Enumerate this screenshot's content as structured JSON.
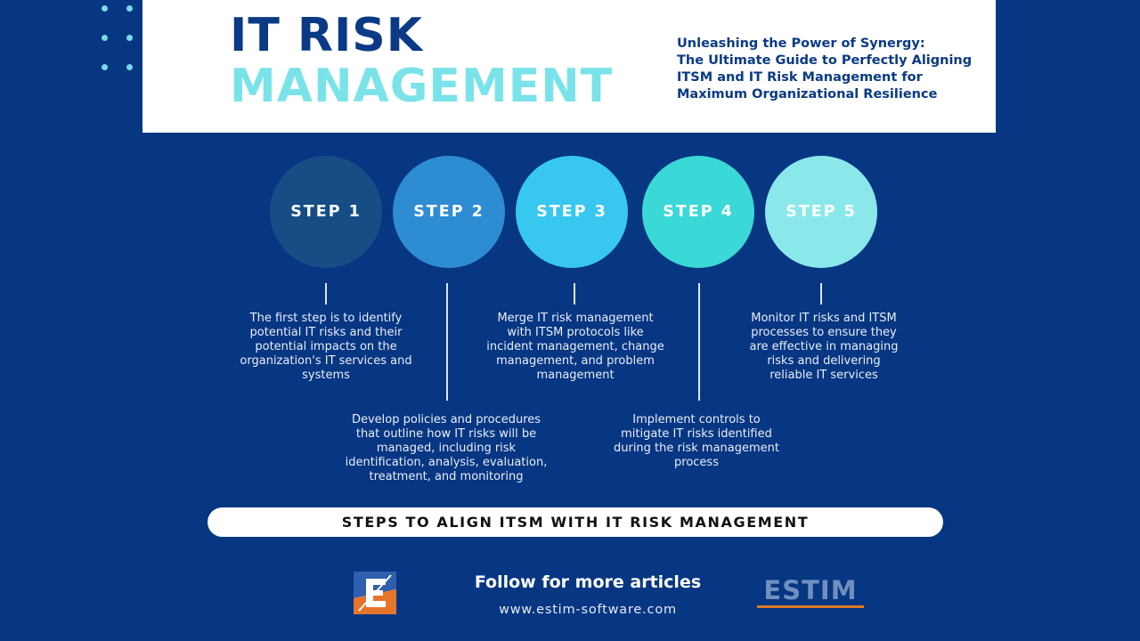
{
  "header": {
    "title_line1": "IT RISK",
    "title_line2": "MANAGEMENT",
    "subtitle_lines": [
      "Unleashing the Power of Synergy:",
      "The Ultimate Guide to Perfectly Aligning",
      "ITSM and IT Risk Management for",
      "Maximum Organizational Resilience"
    ]
  },
  "colors": {
    "background": "#073682",
    "step1": "#174d85",
    "step2": "#2e8cd3",
    "step3": "#38c7ee",
    "step4": "#3ad8d6",
    "step5": "#8be8ea",
    "title_accent": "#7ae3ea"
  },
  "steps": [
    {
      "label": "STEP 1",
      "lines": [
        "The first step is to identify",
        "potential IT risks and their",
        "potential impacts on the",
        "organization's IT services and",
        "systems"
      ]
    },
    {
      "label": "STEP 2",
      "lines": [
        "Develop policies and procedures",
        "that outline how IT risks will be",
        "managed, including risk",
        "identification, analysis, evaluation,",
        "treatment, and monitoring"
      ]
    },
    {
      "label": "STEP 3",
      "lines": [
        "Merge IT risk management",
        "with ITSM protocols like",
        "incident management, change",
        "management, and problem",
        "management"
      ]
    },
    {
      "label": "STEP 4",
      "lines": [
        "Implement controls to",
        "mitigate IT risks identified",
        "during the risk management",
        "process"
      ]
    },
    {
      "label": "STEP 5",
      "lines": [
        "Monitor IT risks and ITSM",
        "processes to ensure they",
        "are effective in managing",
        "risks and delivering",
        "reliable IT services"
      ]
    }
  ],
  "banner": {
    "text": "STEPS TO ALIGN ITSM WITH IT RISK MANAGEMENT"
  },
  "footer": {
    "follow_text": "Follow for more articles",
    "url": "www.estim-software.com",
    "brand_name": "ESTIM",
    "logo_icon": "estim-e-logo-icon"
  }
}
